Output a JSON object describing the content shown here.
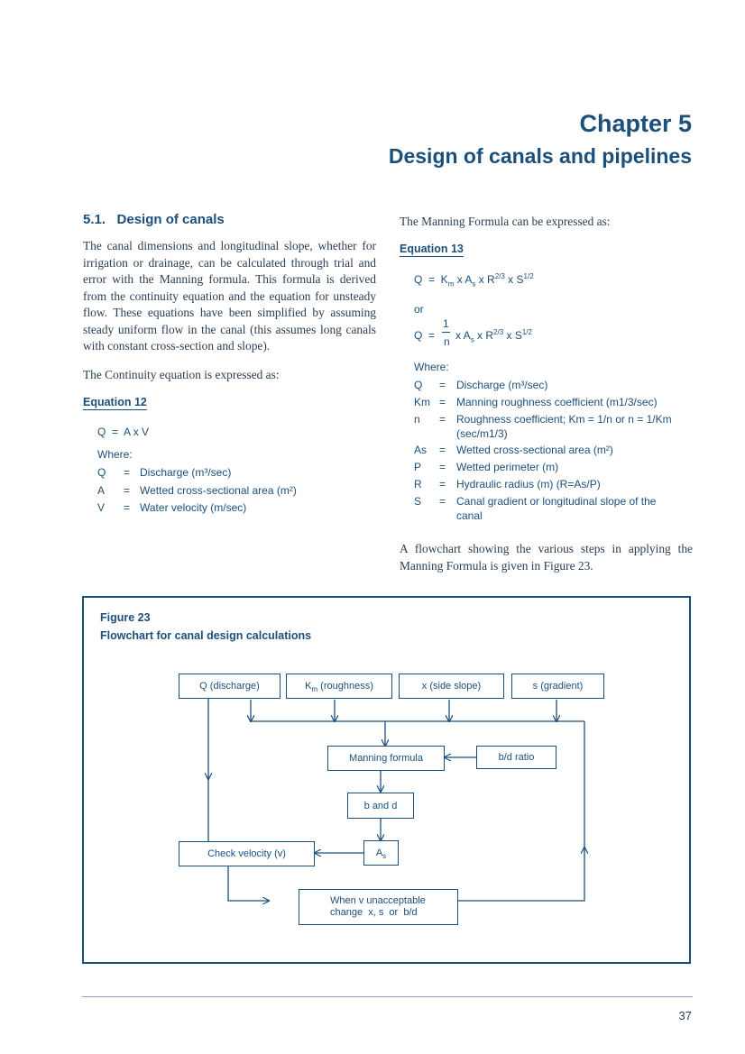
{
  "header": {
    "chapter": "Chapter 5",
    "title": "Design of canals and pipelines"
  },
  "left": {
    "section_heading": "5.1.   Design of canals",
    "para1": "The canal dimensions and longitudinal slope, whether for irrigation or drainage, can be calculated through trial and error with the Manning formula. This formula is derived from the continuity equation and the equation for unsteady flow. These equations have been simplified by assuming steady uniform flow in the canal (this assumes long canals with constant cross-section and slope).",
    "para2": "The Continuity equation is expressed as:",
    "eq_label": "Equation 12",
    "eq": "Q  =  A x V",
    "where": "Where:",
    "defs": [
      {
        "sym": "Q",
        "eq": "=",
        "txt": "Discharge (m³/sec)"
      },
      {
        "sym": "A",
        "eq": "=",
        "txt": "Wetted cross-sectional area (m²)"
      },
      {
        "sym": "V",
        "eq": "=",
        "txt": "Water velocity (m/sec)"
      }
    ]
  },
  "right": {
    "intro": "The Manning Formula can be expressed as:",
    "eq_label": "Equation 13",
    "eq1_prefix": "Q  =  K",
    "eq1_sub_m": "m",
    "eq1_mid": " x A",
    "eq1_sub_s": "s",
    "eq1_r": " x R",
    "eq1_sup_r": "2/3",
    "eq1_s": " x S",
    "eq1_sup_s": "1/2",
    "or": "or",
    "eq2_q": "Q  =",
    "eq2_num": "1",
    "eq2_den": "n",
    "eq2_rest_a": "x A",
    "eq2_sub_s": "s",
    "eq2_rest_r": " x R",
    "eq2_sup_r": "2/3",
    "eq2_rest_s": " x S",
    "eq2_sup_s": "1/2",
    "where": "Where:",
    "defs": [
      {
        "sym": "Q",
        "eq": "=",
        "txt": "Discharge (m³/sec)"
      },
      {
        "sym": "Km",
        "eq": "=",
        "txt": "Manning roughness coefficient (m1/3/sec)"
      },
      {
        "sym": "n",
        "eq": "=",
        "txt": "Roughness coefficient; Km = 1/n or n = 1/Km (sec/m1/3)"
      },
      {
        "sym": "As",
        "eq": "=",
        "txt": "Wetted cross-sectional area (m²)"
      },
      {
        "sym": "P",
        "eq": "=",
        "txt": "Wetted perimeter (m)"
      },
      {
        "sym": "R",
        "eq": "=",
        "txt": "Hydraulic radius (m) (R=As/P)"
      },
      {
        "sym": "S",
        "eq": "=",
        "txt": "Canal gradient or longitudinal slope of the canal"
      }
    ],
    "closing": "A flowchart showing the various steps in applying the Manning Formula is given in Figure 23."
  },
  "figure": {
    "label": "Figure 23",
    "title": "Flowchart for canal design calculations",
    "boxes": {
      "q": "Q (discharge)",
      "km_k": "K",
      "km_sub": "m",
      "km_rest": " (roughness)",
      "x": "x (side slope)",
      "s": "s (gradient)",
      "manning": "Manning formula",
      "bd": "b/d ratio",
      "bandd": "b and d",
      "as_a": "A",
      "as_sub": "s",
      "velocity": "Check velocity (v)",
      "unacc1": "When v unacceptable",
      "unacc2": "change  x, s  or  b/d"
    }
  },
  "footer": {
    "page": "37"
  },
  "colors": {
    "primary": "#1b4f7c",
    "text": "#2a3d52"
  }
}
